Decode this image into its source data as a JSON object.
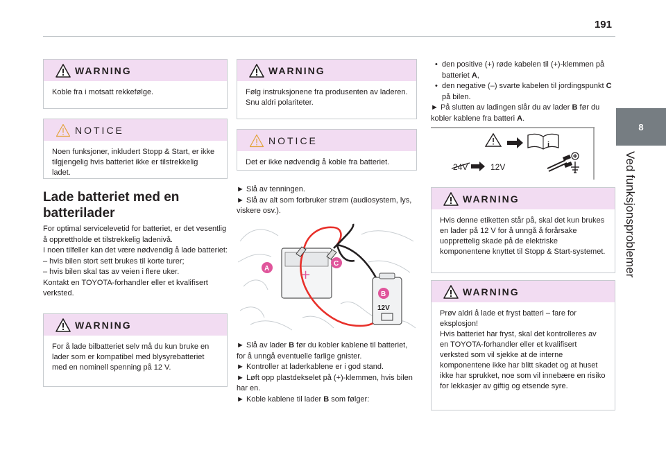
{
  "page": {
    "number": "191"
  },
  "chapter": {
    "number": "8",
    "title": "Ved funksjonsproblemer"
  },
  "col1": {
    "warning1": {
      "label": "WARNING",
      "text": "Koble fra i motsatt rekkefølge."
    },
    "notice1": {
      "label": "NOTICE",
      "text": "Noen funksjoner, inkludert Stopp & Start, er ikke tilgjengelig hvis batteriet ikke er tilstrekkelig ladet."
    },
    "heading": "Lade batteriet med en batterilader",
    "intro": [
      "For optimal servicelevetid for batteriet, er det vesentlig å opprettholde et tilstrekkelig ladenivå.",
      "I noen tilfeller kan det være nødvendig å lade batteriet:",
      "–  hvis bilen stort sett brukes til korte turer;",
      "–  hvis bilen skal tas av veien i flere uker.",
      "Kontakt en TOYOTA-forhandler eller et kvalifisert verksted."
    ],
    "warning2": {
      "label": "WARNING",
      "text": "For å lade bilbatteriet selv må du kun bruke en lader som er kompatibel med blysyrebatteriet med en nominell spenning på 12 V."
    }
  },
  "col2": {
    "warning1": {
      "label": "WARNING",
      "lines": [
        "Følg instruksjonene fra produsenten av laderen.",
        "Snu aldri polariteter."
      ]
    },
    "notice1": {
      "label": "NOTICE",
      "text": "Det er ikke nødvendig å koble fra batteriet."
    },
    "steps_top": [
      "►  Slå av tenningen.",
      "►  Slå av alt som forbruker strøm (audiosystem, lys, viskere osv.)."
    ],
    "figure": {
      "label_a": "A",
      "label_b": "B",
      "label_c": "C",
      "charger_voltage": "12V"
    },
    "steps_bottom": [
      {
        "pre": "►  Slå av lader ",
        "bold": "B",
        "post": " før du kobler kablene til batteriet, for å unngå eventuelle farlige gnister."
      },
      {
        "pre": "►  Kontroller at laderkablene er i god stand.",
        "bold": "",
        "post": ""
      },
      {
        "pre": "►  Løft opp plastdekselet på (+)-klemmen, hvis bilen har en.",
        "bold": "",
        "post": ""
      },
      {
        "pre": "►  Koble kablene til lader ",
        "bold": "B",
        "post": " som følger:"
      }
    ]
  },
  "col3": {
    "bullets": [
      {
        "pre": "den positive (+) røde kabelen til (+)-klemmen på batteriet ",
        "bold": "A",
        "post": ","
      },
      {
        "pre": "den negative (–) svarte kabelen til jordingspunkt ",
        "bold": "C",
        "post": " på bilen."
      }
    ],
    "final_step": {
      "pre": "►  På slutten av ladingen slår du av lader ",
      "bold": "B",
      "mid": " før du kobler kablene fra batteri ",
      "bold2": "A",
      "post": "."
    },
    "label_figure": {
      "crossed": "24V",
      "ok": "12V"
    },
    "warning1": {
      "label": "WARNING",
      "text": "Hvis denne etiketten står på, skal det kun brukes en lader på 12 V for å unngå å forårsake uopprettelig skade på de elektriske komponentene knyttet til Stopp & Start-systemet."
    },
    "warning2": {
      "label": "WARNING",
      "lines": [
        "Prøv aldri å lade et fryst batteri – fare for eksplosjon!",
        "Hvis batteriet har fryst, skal det kontrolleres av en TOYOTA-forhandler eller et kvalifisert verksted som vil sjekke at de interne komponentene ikke har blitt skadet og at huset ikke har sprukket, noe som vil innebære en risiko for lekkasjer av giftig og etsende syre."
      ]
    }
  },
  "colors": {
    "box_header": "#f2dcf2",
    "chapter_tab": "#767d82",
    "red_cable": "#e8302a",
    "label_badge": "#e0559b"
  }
}
